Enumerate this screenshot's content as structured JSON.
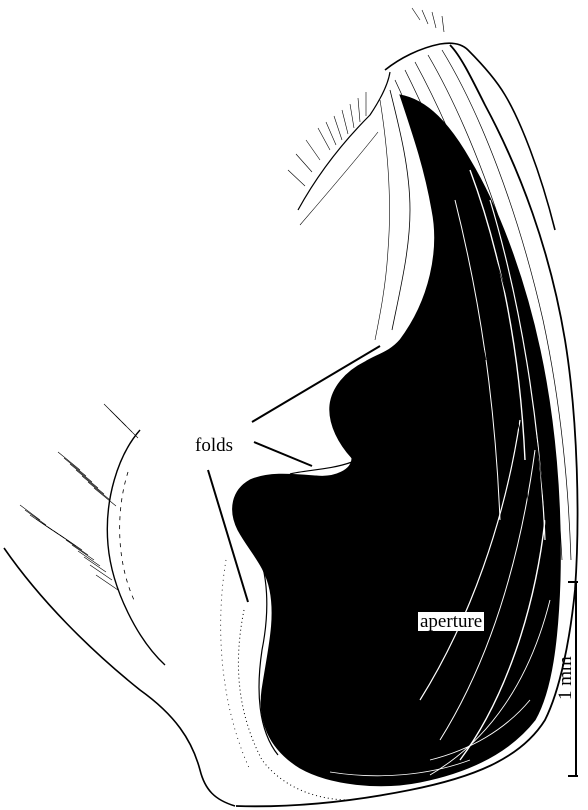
{
  "figure": {
    "labels": {
      "folds": "folds",
      "aperture": "aperture",
      "scale": "1 mm"
    },
    "colors": {
      "ink": "#000000",
      "paper": "#ffffff"
    }
  }
}
